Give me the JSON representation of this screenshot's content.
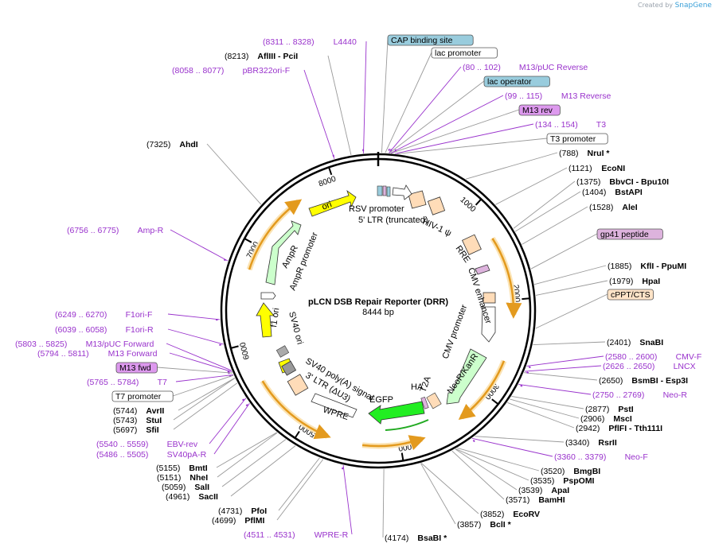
{
  "credit": {
    "prefix": "Created by",
    "brand": "SnapGene"
  },
  "plasmid": {
    "name": "pLCN DSB Repair Reporter (DRR)",
    "size_label": "8444 bp",
    "size_bp": 8444
  },
  "ticks": [
    "1000",
    "2000",
    "3000",
    "4000",
    "5000",
    "6000",
    "7000",
    "8000"
  ],
  "colors": {
    "backbone": "#000000",
    "arrow_orange": "#e39a1e",
    "arrow_glow": "#fbe3b3",
    "enzyme_line": "#999999",
    "primer": "#9932cc",
    "yellow": "#ffff00",
    "green_fp": "#22ee22",
    "light_green": "#ccffcc",
    "peach": "#ffdcb8",
    "grey": "#999999",
    "pink_box": "#ddb3dd",
    "teal_box": "#99ccdd"
  },
  "labels": [
    {
      "num": "(8311 .. 8328)",
      "name": "L4440"
    },
    {
      "num": "(8213)",
      "name": "AflIII - PciI"
    },
    {
      "num": "(8058 .. 8077)",
      "name": "pBR322ori-F"
    },
    {
      "num": "(7325)",
      "name": "AhdI"
    },
    {
      "num": "(6756 .. 6775)",
      "name": "Amp-R"
    },
    {
      "num": "(6249 .. 6270)",
      "name": "F1ori-F"
    },
    {
      "num": "(6039 .. 6058)",
      "name": "F1ori-R"
    },
    {
      "num": "(5803 .. 5825)",
      "name": "M13/pUC Forward"
    },
    {
      "num": "(5794 .. 5811)",
      "name": "M13 Forward"
    },
    {
      "num": "",
      "name": "M13 fwd"
    },
    {
      "num": "(5765 .. 5784)",
      "name": "T7"
    },
    {
      "num": "",
      "name": "T7 promoter"
    },
    {
      "num": "(5744)",
      "name": "AvrII"
    },
    {
      "num": "(5743)",
      "name": "StuI"
    },
    {
      "num": "(5697)",
      "name": "SfiI"
    },
    {
      "num": "(5540 .. 5559)",
      "name": "EBV-rev"
    },
    {
      "num": "(5486 .. 5505)",
      "name": "SV40pA-R"
    },
    {
      "num": "(5155)",
      "name": "BmtI"
    },
    {
      "num": "(5151)",
      "name": "NheI"
    },
    {
      "num": "(5059)",
      "name": "SalI"
    },
    {
      "num": "(4961)",
      "name": "SacII"
    },
    {
      "num": "(4731)",
      "name": "PfoI"
    },
    {
      "num": "(4699)",
      "name": "PflMI"
    },
    {
      "num": "(4511 .. 4531)",
      "name": "WPRE-R"
    },
    {
      "num": "(4174)",
      "name": "BsaBI *"
    },
    {
      "num": "(3857)",
      "name": "BclI *"
    },
    {
      "num": "(3852)",
      "name": "EcoRV"
    },
    {
      "num": "(3571)",
      "name": "BamHI"
    },
    {
      "num": "(3539)",
      "name": "ApaI"
    },
    {
      "num": "(3535)",
      "name": "PspOMI"
    },
    {
      "num": "(3520)",
      "name": "BmgBI"
    },
    {
      "num": "(3360 .. 3379)",
      "name": "Neo-F"
    },
    {
      "num": "(3340)",
      "name": "RsrII"
    },
    {
      "num": "(2942)",
      "name": "PflFI - Tth111I"
    },
    {
      "num": "(2906)",
      "name": "MscI"
    },
    {
      "num": "(2877)",
      "name": "PstI"
    },
    {
      "num": "(2750 .. 2769)",
      "name": "Neo-R"
    },
    {
      "num": "(2650)",
      "name": "BsmBI - Esp3I"
    },
    {
      "num": "(2626 .. 2650)",
      "name": "LNCX"
    },
    {
      "num": "(2580 .. 2600)",
      "name": "CMV-F"
    },
    {
      "num": "(2401)",
      "name": "SnaBI"
    },
    {
      "num": "",
      "name": "cPPT/CTS"
    },
    {
      "num": "(1979)",
      "name": "HpaI"
    },
    {
      "num": "(1885)",
      "name": "KflI - PpuMI"
    },
    {
      "num": "",
      "name": "gp41 peptide"
    },
    {
      "num": "(1528)",
      "name": "AleI"
    },
    {
      "num": "(1404)",
      "name": "BstAPI"
    },
    {
      "num": "(1375)",
      "name": "BbvCI - Bpu10I"
    },
    {
      "num": "(1121)",
      "name": "EcoNI"
    },
    {
      "num": "(788)",
      "name": "NruI *"
    },
    {
      "num": "",
      "name": "T3 promoter"
    },
    {
      "num": "(134 .. 154)",
      "name": "T3"
    },
    {
      "num": "",
      "name": "M13 rev"
    },
    {
      "num": "(99 .. 115)",
      "name": "M13 Reverse"
    },
    {
      "num": "",
      "name": "lac operator"
    },
    {
      "num": "(80 .. 102)",
      "name": "M13/pUC Reverse"
    },
    {
      "num": "",
      "name": "lac promoter"
    },
    {
      "num": "",
      "name": "CAP binding site"
    }
  ],
  "features": [
    "RSV promoter",
    "5' LTR (truncated)",
    "HIV-1 ψ",
    "RRE",
    "CMV enhancer",
    "CMV promoter",
    "NeoR/KanR",
    "T2A",
    "HA",
    "EGFP",
    "WPRE",
    "3' LTR (ΔU3)",
    "SV40 poly(A) signal",
    "SV40 ori",
    "f1 ori",
    "AmpR promoter",
    "AmpR",
    "ori"
  ]
}
